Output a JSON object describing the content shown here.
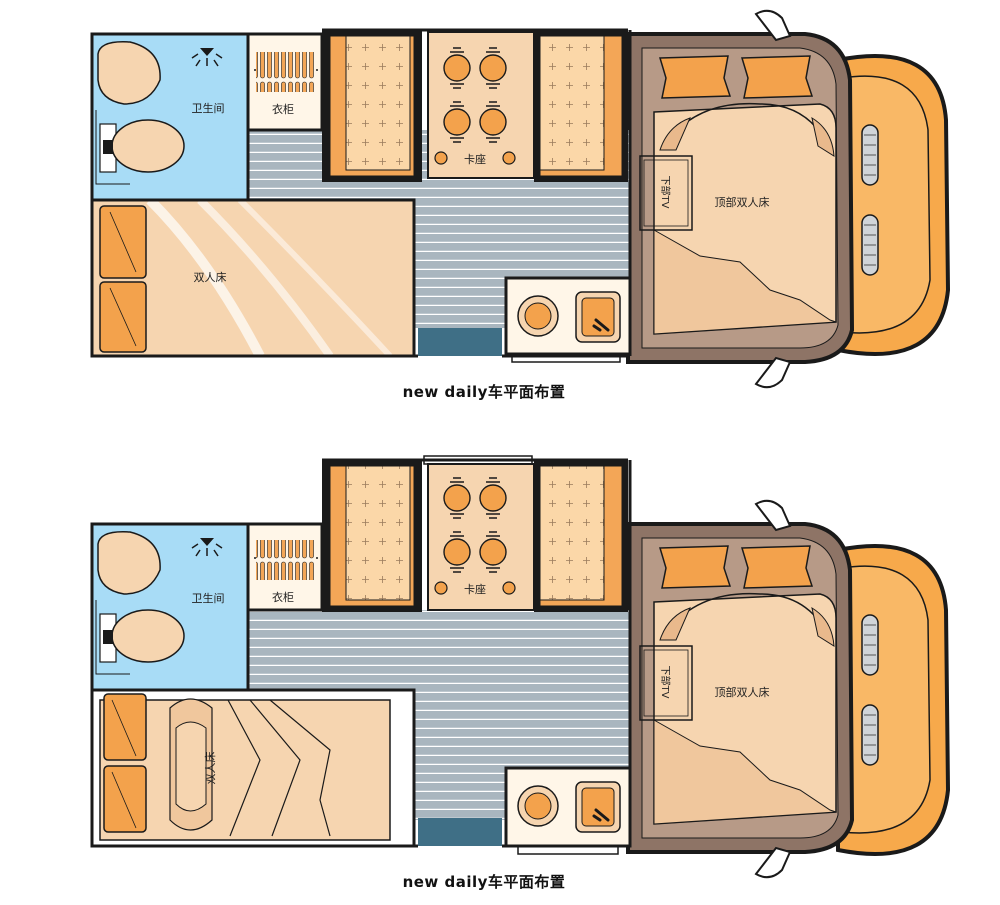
{
  "layouts": [
    {
      "caption": "new  daily车平面布置",
      "labels": {
        "bathroom": "卫生间",
        "wardrobe": "衣柜",
        "dinette": "卡座",
        "rear_bed": "双人床",
        "tv": "下部TV",
        "over_cab_bed": "顶部双人床"
      }
    },
    {
      "caption": "new  daily车平面布置",
      "labels": {
        "bathroom": "卫生间",
        "wardrobe": "衣柜",
        "dinette": "卡座",
        "rear_bed": "双人床",
        "tv": "下部TV",
        "over_cab_bed": "顶部双人床"
      }
    }
  ],
  "colors": {
    "outline": "#1a1a1a",
    "bathroom_blue": "#a8dcf6",
    "floor_gray": "#a9b6bf",
    "floor_line": "#ffffff",
    "cushion": "#fbd7a8",
    "cushion_edge": "#f3a657",
    "bed": "#f6d5b0",
    "bed_dark": "#e9b98c",
    "cab_orange": "#f7a94b",
    "cab_brown": "#8e7466",
    "cab_inner": "#b79a87",
    "pillow": "#f3a24c",
    "door_teal": "#3f6f86",
    "cream": "#ffffff"
  },
  "icons": {
    "light": "ceiling-light-icon",
    "toilet": "toilet-icon",
    "sink": "sink-icon",
    "stove": "stove-icon",
    "seat": "seat-icon"
  }
}
